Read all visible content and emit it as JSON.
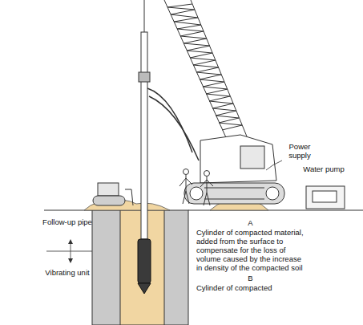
{
  "diagram": {
    "labels": [
      "Power supply",
      "Water pump",
      "Follow-up pipe",
      "Vibrating unit",
      "A",
      "Cylinder of compacted material, added from the surface to compensate for the loss of volume caused by the increase in density of the compacted soil",
      "B",
      "Cylinder of compacted"
    ]
  }
}
